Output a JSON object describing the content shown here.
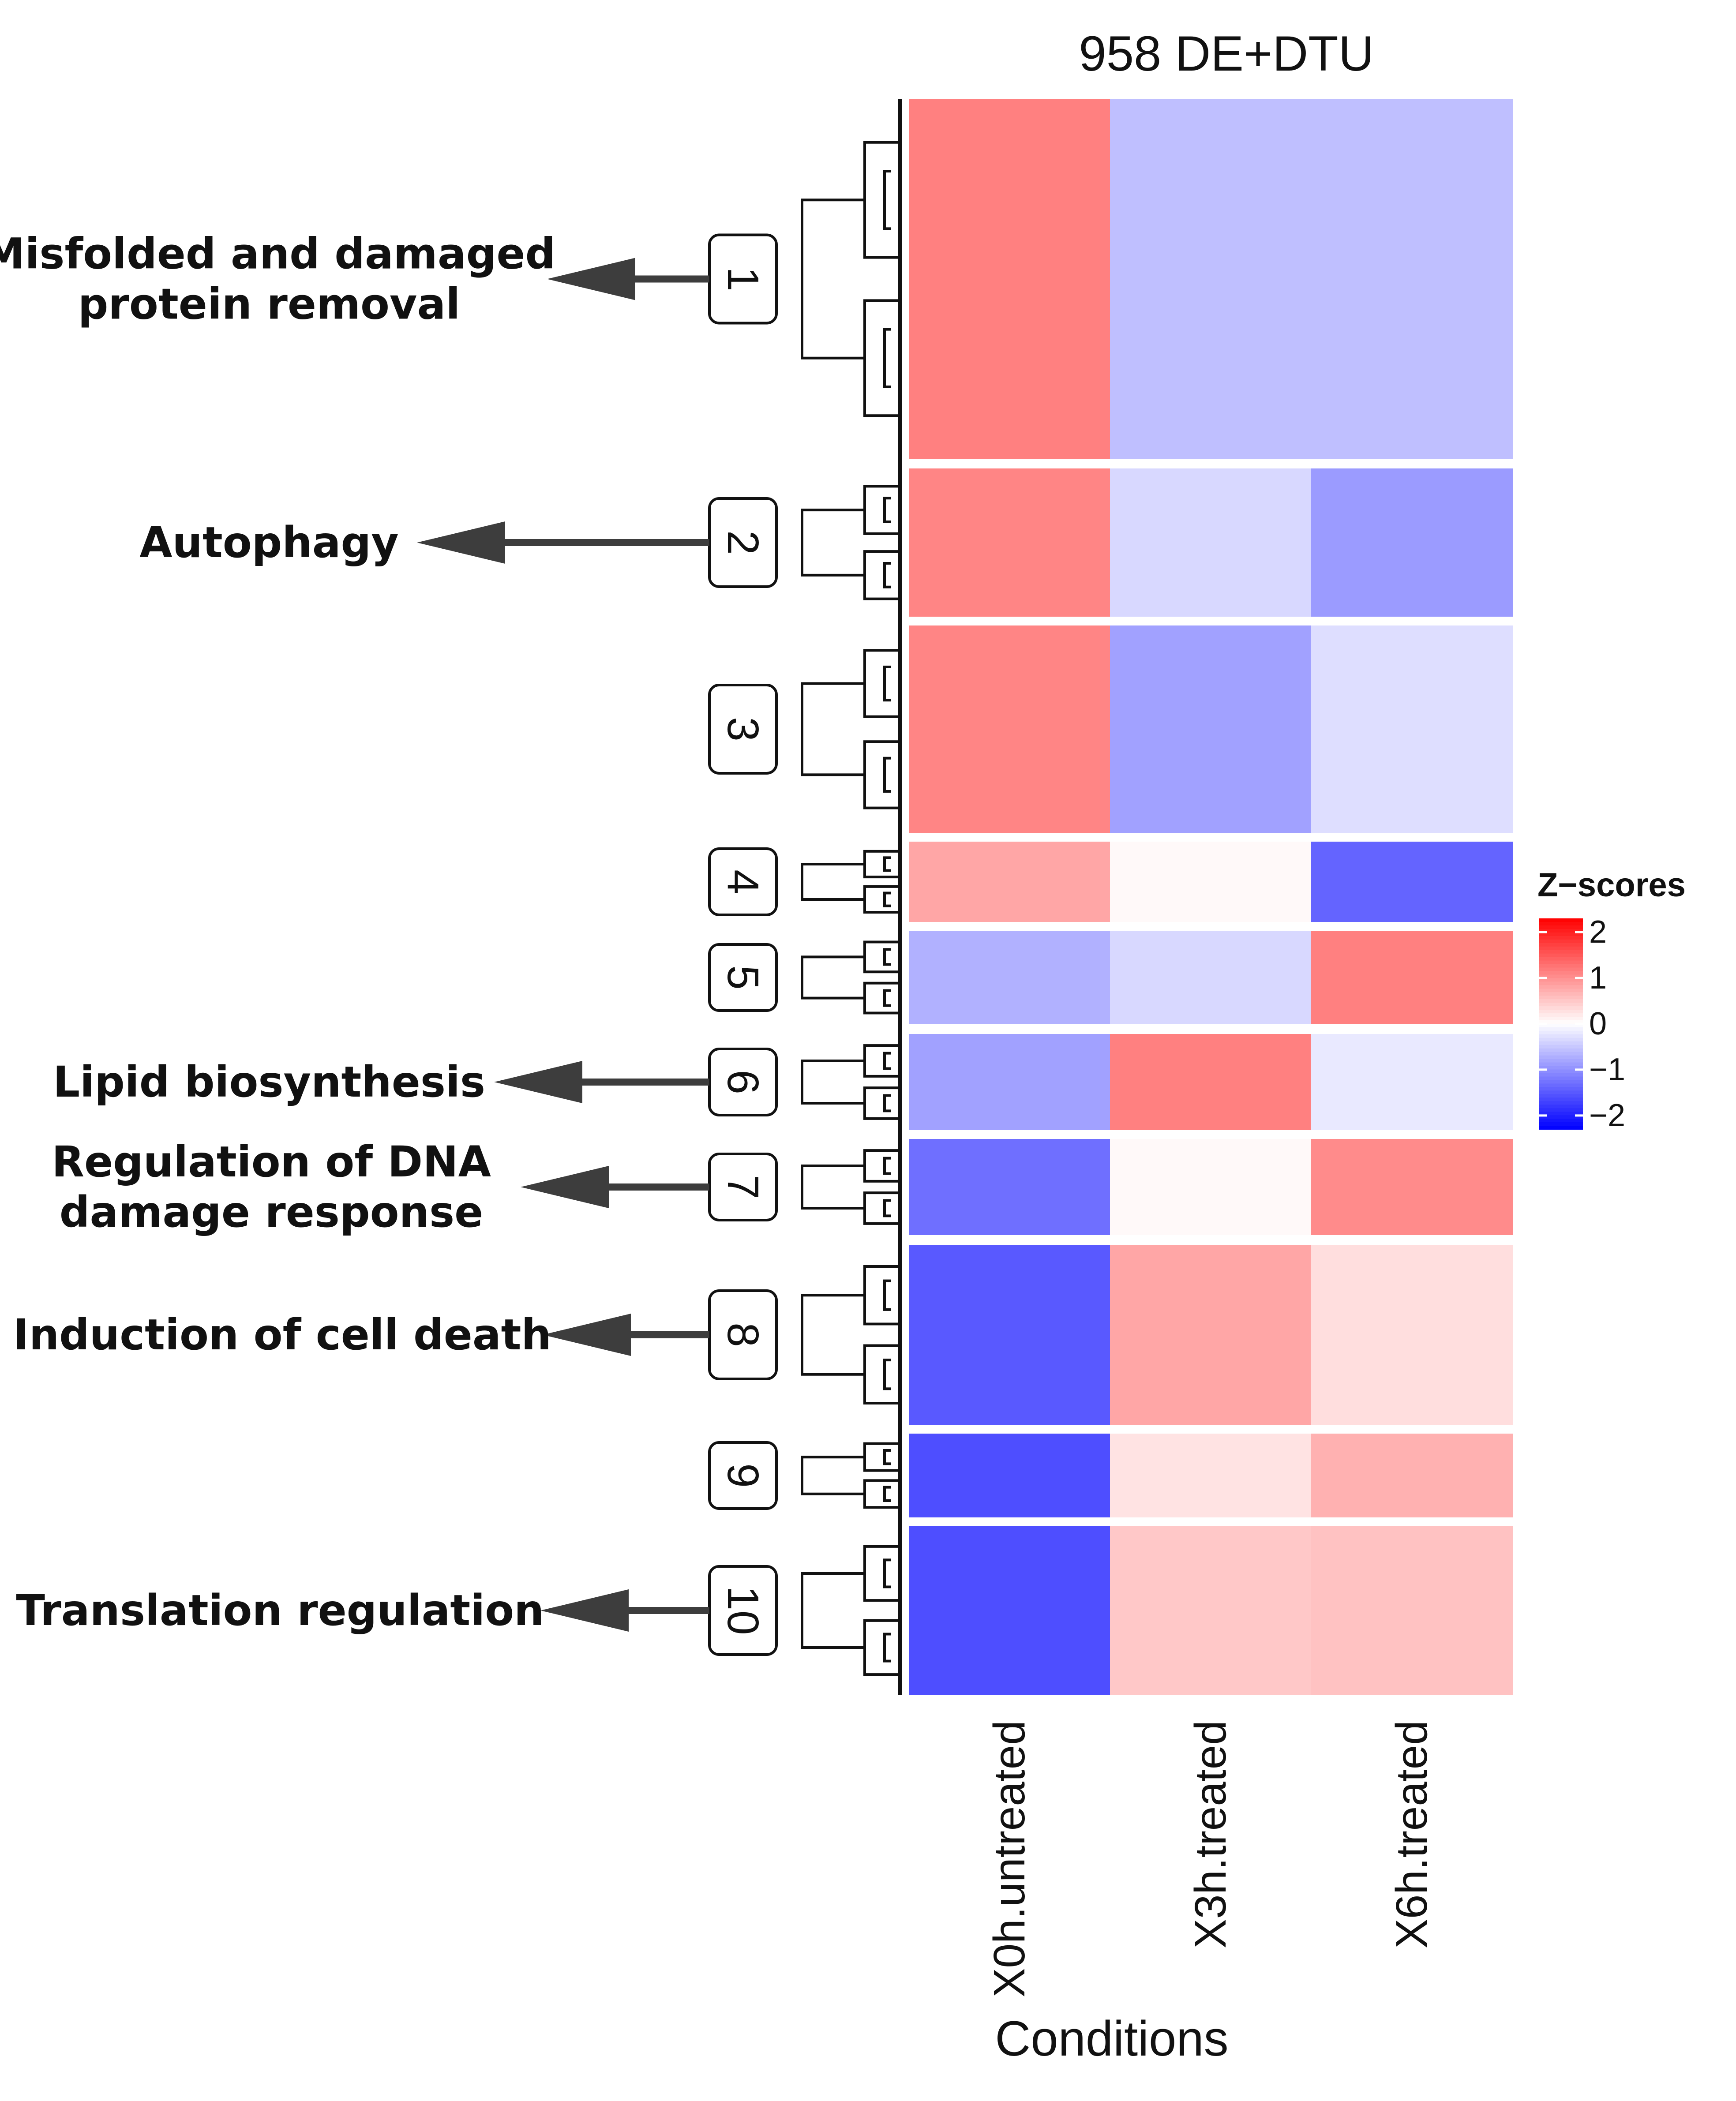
{
  "chart_data": {
    "type": "heatmap",
    "title": "958 DE+DTU",
    "xlabel": "Conditions",
    "ylabel": "",
    "columns": [
      "X0h.untreated",
      "X3h.treated",
      "X6h.treated"
    ],
    "legend": {
      "title": "Z−scores",
      "ticks": [
        2,
        1,
        0,
        -1,
        -2
      ],
      "tick_labels": [
        "2",
        "1",
        "0",
        "−1",
        "−2"
      ],
      "range": [
        -2.3,
        2.3
      ],
      "colors": {
        "low": "#0000ff",
        "mid": "#ffffff",
        "high": "#ff0000"
      },
      "placement": "right"
    },
    "clusters": [
      {
        "id": "1",
        "z": [
          1.15,
          -0.58,
          -0.58
        ]
      },
      {
        "id": "2",
        "z": [
          1.1,
          -0.35,
          -0.9
        ]
      },
      {
        "id": "3",
        "z": [
          1.1,
          -0.85,
          -0.3
        ]
      },
      {
        "id": "4",
        "z": [
          0.8,
          0.05,
          -1.4
        ]
      },
      {
        "id": "5",
        "z": [
          -0.7,
          -0.35,
          1.15
        ]
      },
      {
        "id": "6",
        "z": [
          -0.85,
          1.15,
          -0.2
        ]
      },
      {
        "id": "7",
        "z": [
          -1.3,
          0.05,
          1.05
        ]
      },
      {
        "id": "8",
        "z": [
          -1.5,
          0.8,
          0.3
        ]
      },
      {
        "id": "9",
        "z": [
          -1.6,
          0.25,
          0.7
        ]
      },
      {
        "id": "10",
        "z": [
          -1.6,
          0.5,
          0.55
        ]
      }
    ],
    "annotations": [
      {
        "cluster": "1",
        "lines": [
          "Misfolded and damaged",
          "protein removal"
        ]
      },
      {
        "cluster": "2",
        "lines": [
          "Autophagy"
        ]
      },
      {
        "cluster": "6",
        "lines": [
          "Lipid biosynthesis"
        ]
      },
      {
        "cluster": "7",
        "lines": [
          "Regulation of DNA",
          "damage response"
        ]
      },
      {
        "cluster": "8",
        "lines": [
          "Induction of cell death"
        ]
      },
      {
        "cluster": "10",
        "lines": [
          "Translation regulation"
        ]
      }
    ],
    "grid": false
  }
}
